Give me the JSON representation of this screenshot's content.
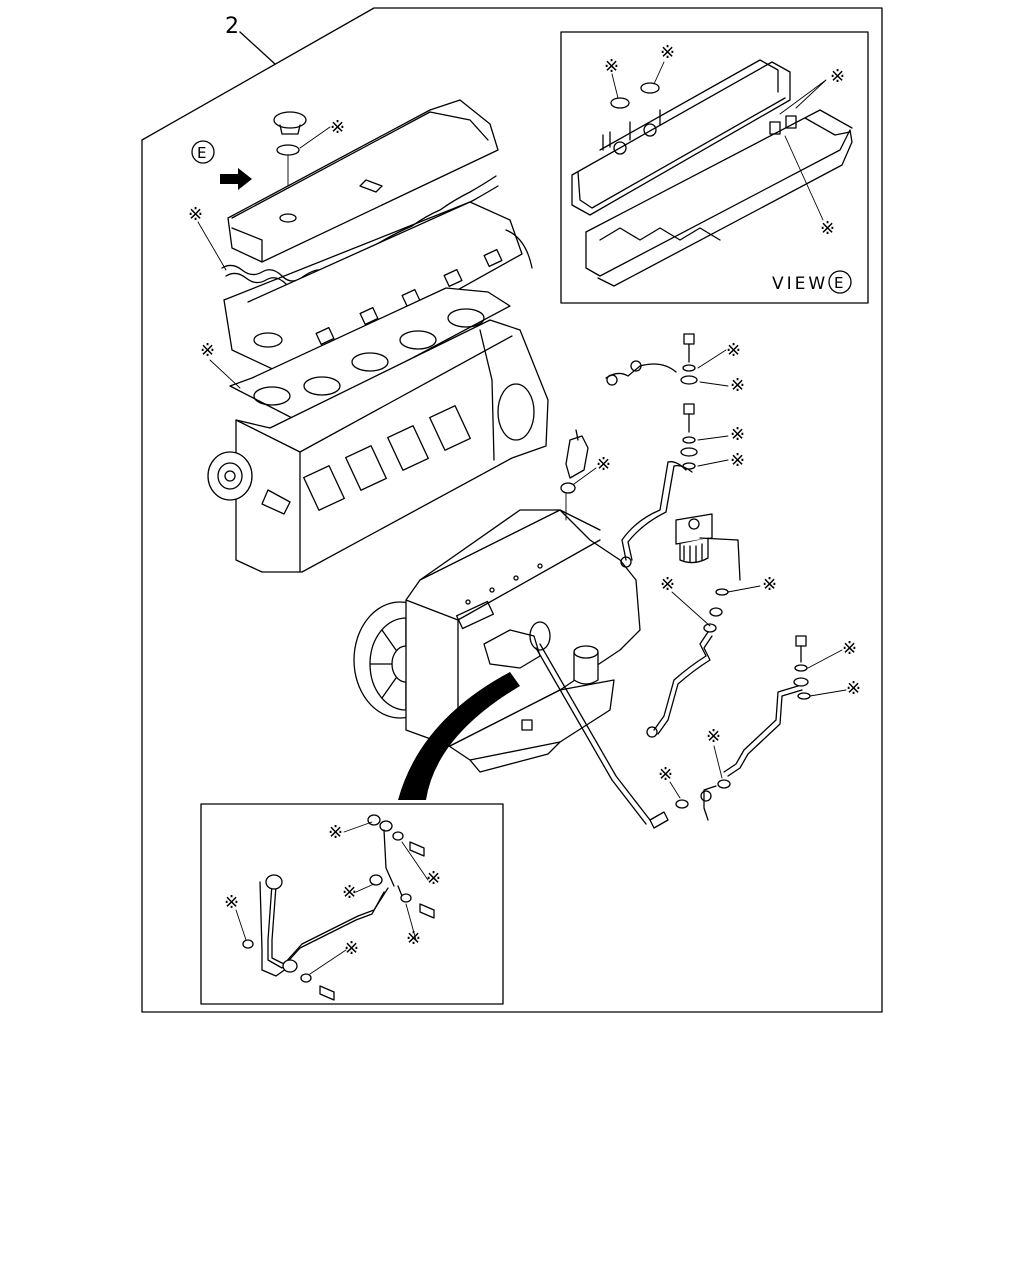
{
  "diagram": {
    "callout_number": "2",
    "marker_letter": "E",
    "view_label": {
      "word": "VIEW",
      "letter": "E"
    },
    "asterisk": "※"
  }
}
